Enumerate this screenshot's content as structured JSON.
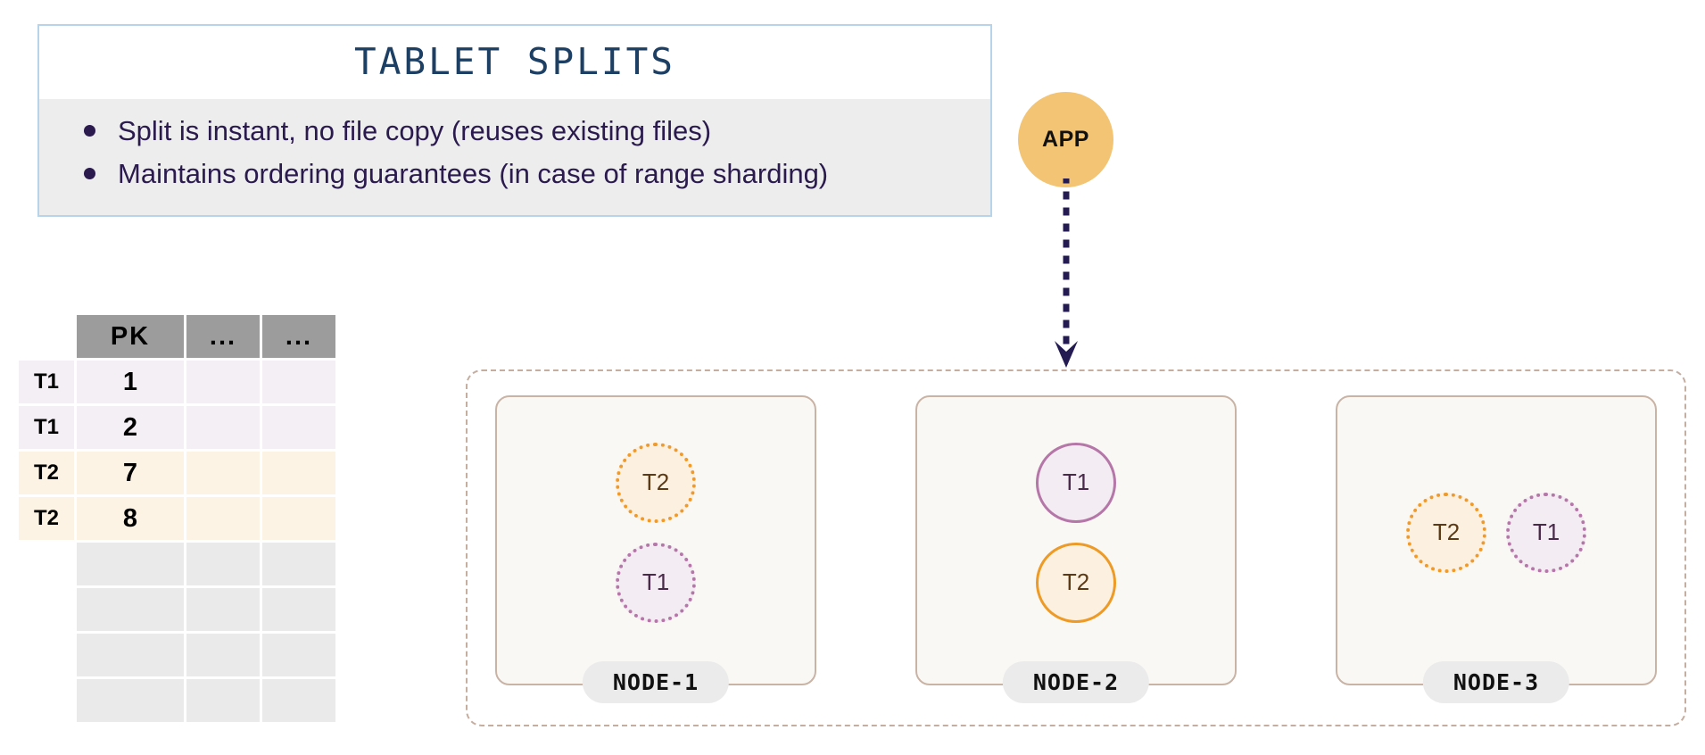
{
  "callout": {
    "title": "TABLET SPLITS",
    "bullets": [
      "Split is instant, no file copy (reuses existing files)",
      "Maintains ordering guarantees (in case of range sharding)"
    ],
    "border_color": "#b8d4ea",
    "title_color": "#1d3f63",
    "body_bg": "#ededed",
    "text_color": "#2a1a4d"
  },
  "table": {
    "headers": [
      "PK",
      "...",
      "..."
    ],
    "header_bg": "#9c9c9c",
    "rows": [
      {
        "label": "T1",
        "tablet": "T1",
        "pk": "1",
        "c2": "",
        "c3": "",
        "bg": "#f4eff4"
      },
      {
        "label": "T1",
        "tablet": "T1",
        "pk": "2",
        "c2": "",
        "c3": "",
        "bg": "#f4eff4"
      },
      {
        "label": "T2",
        "tablet": "T2",
        "pk": "7",
        "c2": "",
        "c3": "",
        "bg": "#fdf3e4"
      },
      {
        "label": "T2",
        "tablet": "T2",
        "pk": "8",
        "c2": "",
        "c3": "",
        "bg": "#fdf3e4"
      },
      {
        "label": "",
        "tablet": "",
        "pk": "",
        "c2": "",
        "c3": "",
        "bg": "#eaeaea"
      },
      {
        "label": "",
        "tablet": "",
        "pk": "",
        "c2": "",
        "c3": "",
        "bg": "#eaeaea"
      },
      {
        "label": "",
        "tablet": "",
        "pk": "",
        "c2": "",
        "c3": "",
        "bg": "#eaeaea"
      },
      {
        "label": "",
        "tablet": "",
        "pk": "",
        "c2": "",
        "c3": "",
        "bg": "#eaeaea"
      }
    ]
  },
  "app": {
    "label": "APP",
    "fill": "#f2c473",
    "arrow_color": "#241b52"
  },
  "cluster": {
    "border_color": "#c5ada0",
    "nodes": [
      {
        "label": "NODE-1",
        "layout": "column",
        "tablets": [
          {
            "name": "T2",
            "style": "dotted",
            "fill": "#fcf1e0",
            "stroke": "#f09a2b"
          },
          {
            "name": "T1",
            "style": "dotted",
            "fill": "#f3ecf3",
            "stroke": "#b577a8"
          }
        ]
      },
      {
        "label": "NODE-2",
        "layout": "column",
        "tablets": [
          {
            "name": "T1",
            "style": "solid",
            "fill": "#f3ecf3",
            "stroke": "#b577a8"
          },
          {
            "name": "T2",
            "style": "solid",
            "fill": "#fcf1e0",
            "stroke": "#ed9b26"
          }
        ]
      },
      {
        "label": "NODE-3",
        "layout": "row",
        "tablets": [
          {
            "name": "T2",
            "style": "dotted",
            "fill": "#fcf1e0",
            "stroke": "#f09a2b"
          },
          {
            "name": "T1",
            "style": "dotted",
            "fill": "#f3ecf3",
            "stroke": "#b577a8"
          }
        ]
      }
    ]
  }
}
